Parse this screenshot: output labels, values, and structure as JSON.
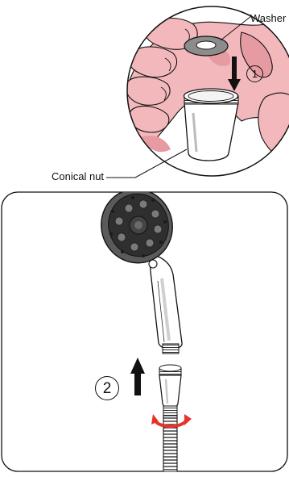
{
  "labels": {
    "washer": "Washer",
    "conical_nut": "Conical nut"
  },
  "steps": {
    "one": "1",
    "two": "2"
  },
  "colors": {
    "outline": "#111111",
    "skin": "#f3b8bc",
    "skin_shadow": "#e69aa1",
    "washer": "#8c8c8c",
    "twist_arrow": "#e8322a"
  },
  "icons": {
    "step_one_arrow": "arrow-down-icon",
    "step_two_arrow": "arrow-up-icon",
    "rotate_arrow": "rotate-arrow-icon"
  }
}
